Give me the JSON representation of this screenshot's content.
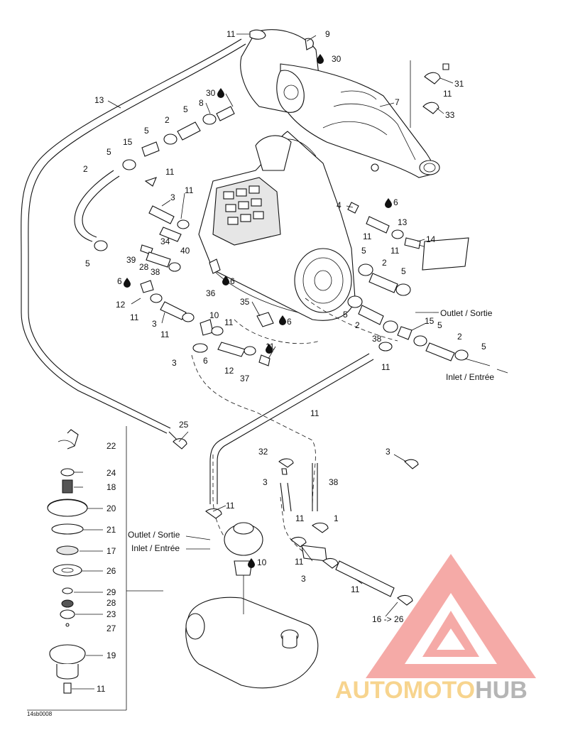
{
  "callouts": [
    {
      "id": "c1",
      "text": "11"
    },
    {
      "id": "c2",
      "text": "9"
    },
    {
      "id": "c3",
      "text": "30"
    },
    {
      "id": "c4",
      "text": "13"
    },
    {
      "id": "c5",
      "text": "30"
    },
    {
      "id": "c6",
      "text": "8"
    },
    {
      "id": "c7",
      "text": "5"
    },
    {
      "id": "c8",
      "text": "2"
    },
    {
      "id": "c9",
      "text": "5"
    },
    {
      "id": "c10",
      "text": "15"
    },
    {
      "id": "c11",
      "text": "5"
    },
    {
      "id": "c12",
      "text": "2"
    },
    {
      "id": "c13",
      "text": "11"
    },
    {
      "id": "c14",
      "text": "7"
    },
    {
      "id": "c15",
      "text": "31"
    },
    {
      "id": "c16",
      "text": "11"
    },
    {
      "id": "c17",
      "text": "33"
    },
    {
      "id": "c18",
      "text": "3"
    },
    {
      "id": "c19",
      "text": "11"
    },
    {
      "id": "c20",
      "text": "4"
    },
    {
      "id": "c21",
      "text": "6"
    },
    {
      "id": "c22",
      "text": "13"
    },
    {
      "id": "c23",
      "text": "11"
    },
    {
      "id": "c24",
      "text": "14"
    },
    {
      "id": "c25",
      "text": "11"
    },
    {
      "id": "c26",
      "text": "34"
    },
    {
      "id": "c27",
      "text": "40"
    },
    {
      "id": "c28",
      "text": "5"
    },
    {
      "id": "c29",
      "text": "39"
    },
    {
      "id": "c30",
      "text": "28"
    },
    {
      "id": "c31",
      "text": "38"
    },
    {
      "id": "c32",
      "text": "6"
    },
    {
      "id": "c33",
      "text": "36"
    },
    {
      "id": "c34",
      "text": "6"
    },
    {
      "id": "c35",
      "text": "5"
    },
    {
      "id": "c36",
      "text": "2"
    },
    {
      "id": "c37",
      "text": "5"
    },
    {
      "id": "c38",
      "text": "12"
    },
    {
      "id": "c39",
      "text": "11"
    },
    {
      "id": "c40",
      "text": "35"
    },
    {
      "id": "c41",
      "text": "6"
    },
    {
      "id": "c42",
      "text": "3"
    },
    {
      "id": "c43",
      "text": "10"
    },
    {
      "id": "c44",
      "text": "11"
    },
    {
      "id": "c45",
      "text": "11"
    },
    {
      "id": "c46",
      "text": "5"
    },
    {
      "id": "c47",
      "text": "2"
    },
    {
      "id": "c48",
      "text": "15"
    },
    {
      "id": "c49",
      "text": "5"
    },
    {
      "id": "c50",
      "text": "2"
    },
    {
      "id": "c51",
      "text": "5"
    },
    {
      "id": "c52",
      "text": "38"
    },
    {
      "id": "c53",
      "text": "11"
    },
    {
      "id": "c54",
      "text": "3"
    },
    {
      "id": "c55",
      "text": "6"
    },
    {
      "id": "c56",
      "text": "11"
    },
    {
      "id": "c57",
      "text": "12"
    },
    {
      "id": "c58",
      "text": "37"
    },
    {
      "id": "c59",
      "text": "11"
    },
    {
      "id": "c60",
      "text": "25"
    },
    {
      "id": "c61",
      "text": "22"
    },
    {
      "id": "c62",
      "text": "24"
    },
    {
      "id": "c63",
      "text": "18"
    },
    {
      "id": "c64",
      "text": "20"
    },
    {
      "id": "c65",
      "text": "21"
    },
    {
      "id": "c66",
      "text": "17"
    },
    {
      "id": "c67",
      "text": "26"
    },
    {
      "id": "c68",
      "text": "29"
    },
    {
      "id": "c69",
      "text": "28"
    },
    {
      "id": "c70",
      "text": "23"
    },
    {
      "id": "c71",
      "text": "27"
    },
    {
      "id": "c72",
      "text": "19"
    },
    {
      "id": "c73",
      "text": "11"
    },
    {
      "id": "c74",
      "text": "32"
    },
    {
      "id": "c75",
      "text": "3"
    },
    {
      "id": "c76",
      "text": "3"
    },
    {
      "id": "c77",
      "text": "38"
    },
    {
      "id": "c78",
      "text": "11"
    },
    {
      "id": "c79",
      "text": "11"
    },
    {
      "id": "c80",
      "text": "1"
    },
    {
      "id": "c81",
      "text": "10"
    },
    {
      "id": "c82",
      "text": "11"
    },
    {
      "id": "c83",
      "text": "3"
    },
    {
      "id": "c84",
      "text": "11"
    },
    {
      "id": "c85",
      "text": "16 -> 26"
    }
  ],
  "captions": {
    "outlet_right": "Outlet / Sortie",
    "inlet_right": "Inlet / Entrée",
    "outlet_left": "Outlet / Sortie",
    "inlet_left": "Inlet / Entrée"
  },
  "diagram_code": "14sb0008",
  "watermark": {
    "part1": "AUTO",
    "part2": "MOTO",
    "part3": "HUB",
    "color_red": "#e8433b",
    "color_orange": "#f2b233",
    "color_gray": "#7a7a7a"
  }
}
